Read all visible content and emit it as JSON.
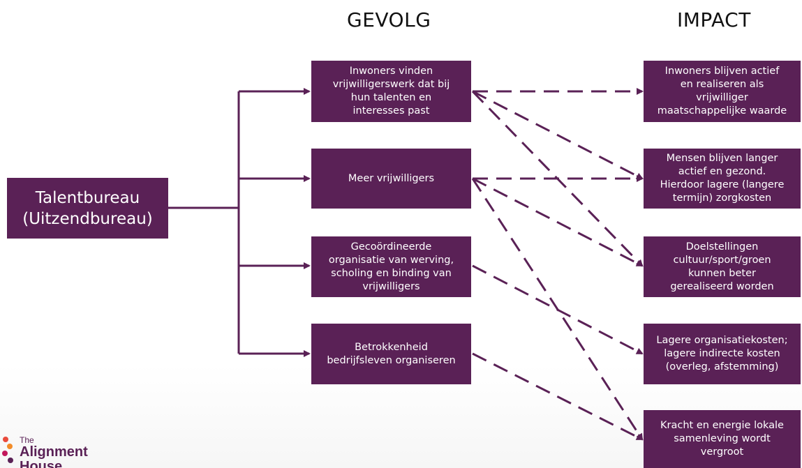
{
  "headers": {
    "gevolg": "GEVOLG",
    "impact": "IMPACT"
  },
  "source": {
    "label": "Talentbureau\n(Uitzendbureau)"
  },
  "gevolg": [
    "Inwoners vinden\nvrijwilligerswerk dat bij\nhun talenten en\ninteresses past",
    "Meer vrijwilligers",
    "Gecoördineerde\norganisatie van werving,\nscholing en binding van\nvrijwilligers",
    "Betrokkenheid\nbedrijfsleven organiseren"
  ],
  "impact": [
    "Inwoners blijven actief\nen realiseren als\nvrijwilliger\nmaatschappelijke waarde",
    "Mensen blijven langer\nactief en gezond.\nHierdoor lagere (langere\ntermijn) zorgkosten",
    "Doelstellingen\ncultuur/sport/groen\nkunnen beter\ngerealiseerd worden",
    "Lagere organisatiekosten;\nlagere indirecte kosten\n(overleg, afstemming)",
    "Kracht en energie lokale\nsamenleving wordt\nvergroot"
  ],
  "links": [
    {
      "from": 0,
      "to": 0
    },
    {
      "from": 0,
      "to": 1
    },
    {
      "from": 0,
      "to": 2
    },
    {
      "from": 1,
      "to": 1
    },
    {
      "from": 1,
      "to": 2
    },
    {
      "from": 1,
      "to": 4
    },
    {
      "from": 2,
      "to": 3
    },
    {
      "from": 3,
      "to": 4
    }
  ],
  "colors": {
    "box": "#5a2156",
    "line": "#5a2156",
    "text": "#ffffff"
  },
  "logo": {
    "line1": "The",
    "line2": "Alignment",
    "line3": "House"
  }
}
